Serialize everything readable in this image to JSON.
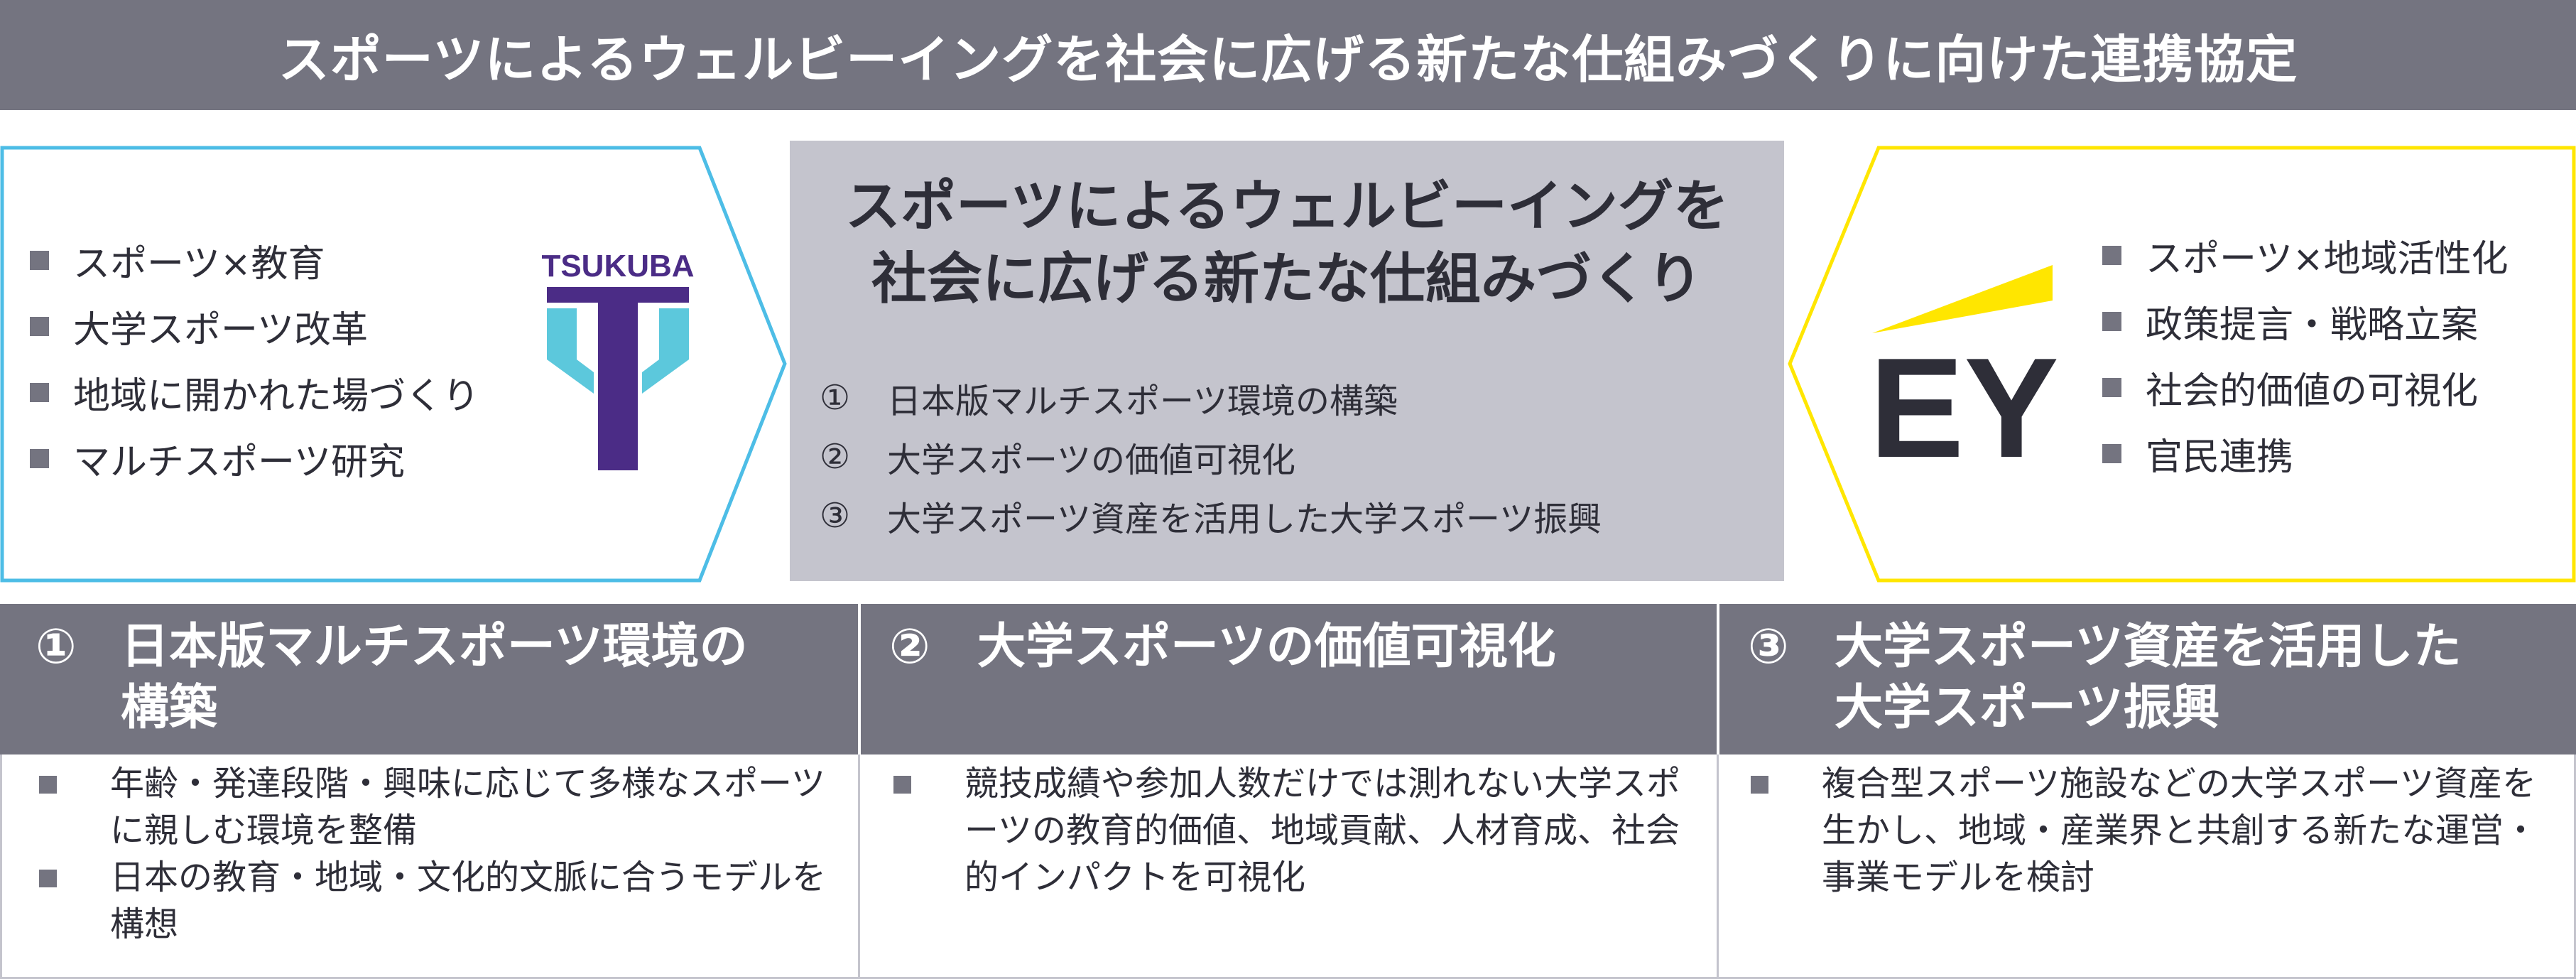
{
  "banner": {
    "title": "スポーツによるウェルビーイングを社会に広げる新たな仕組みづくりに向けた連携協定"
  },
  "left_partner": {
    "logo_text": "TSUKUBA",
    "bullets": [
      "スポーツ×教育",
      "大学スポーツ改革",
      "地域に開かれた場づくり",
      "マルチスポーツ研究"
    ]
  },
  "center": {
    "title_line1": "スポーツによるウェルビーイングを",
    "title_line2": "社会に広げる新たな仕組みづくり",
    "items": [
      {
        "num": "①",
        "text": "日本版マルチスポーツ環境の構築"
      },
      {
        "num": "②",
        "text": "大学スポーツの価値可視化"
      },
      {
        "num": "③",
        "text": "大学スポーツ資産を活用した大学スポーツ振興"
      }
    ]
  },
  "right_partner": {
    "logo_text": "EY",
    "bullets": [
      "スポーツ×地域活性化",
      "政策提言・戦略立案",
      "社会的価値の可視化",
      "官民連携"
    ]
  },
  "columns": [
    {
      "num": "①",
      "title_line1": "日本版マルチスポーツ環境の",
      "title_line2": "構築",
      "items": [
        "年齢・発達段階・興味に応じて多様なスポーツに親しむ環境を整備",
        "日本の教育・地域・文化的文脈に合うモデルを構想"
      ]
    },
    {
      "num": "②",
      "title_line1": "大学スポーツの価値可視化",
      "title_line2": "",
      "items": [
        "競技成績や参加人数だけでは測れない大学スポーツの教育的価値、地域貢献、人材育成、社会的インパクトを可視化"
      ]
    },
    {
      "num": "③",
      "title_line1": "大学スポーツ資産を活用した",
      "title_line2": "大学スポーツ振興",
      "items": [
        "複合型スポーツ施設などの大学スポーツ資産を生かし、地域・産業界と共創する新たな運営・事業モデルを検討"
      ]
    }
  ],
  "colors": {
    "banner_bg": "#747480",
    "center_bg": "#c4c4cd",
    "tsukuba_blue": "#4dbde6",
    "tsukuba_purple": "#4b2c86",
    "tsukuba_cyan": "#5cc8dc",
    "ey_yellow": "#ffe600",
    "ey_dark": "#2e2e38"
  }
}
